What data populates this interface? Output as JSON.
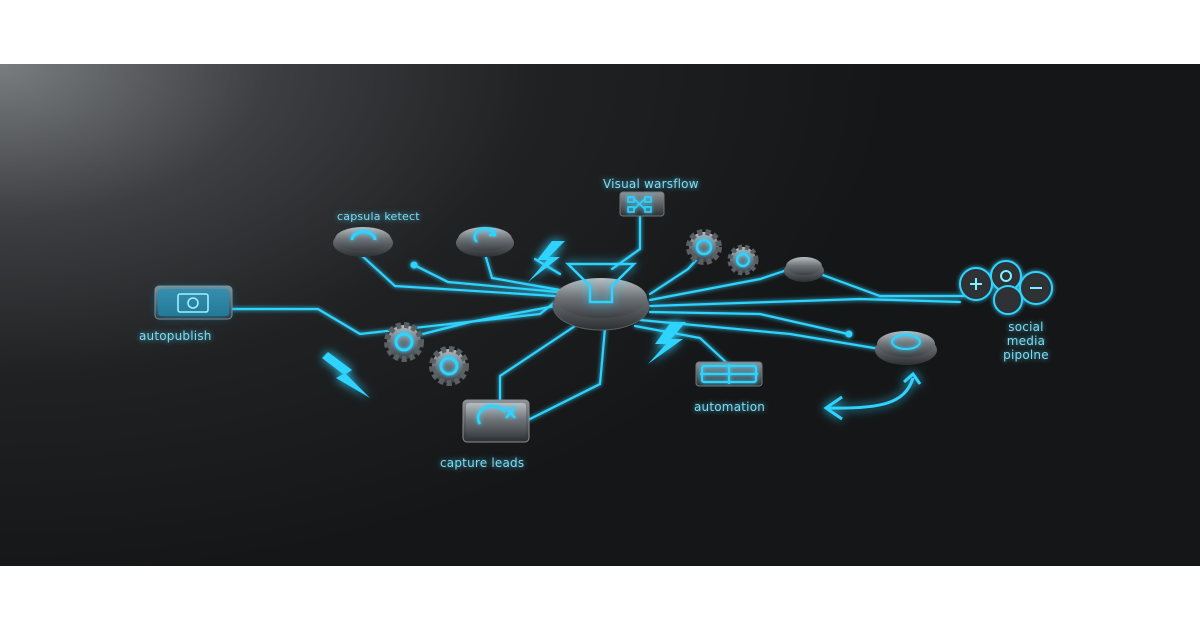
{
  "labels": {
    "visual_workflow": "Visual warsflow",
    "capsule_effect": "capsula ketect",
    "autopublish": "autopublish",
    "capture_leads": "capture leads",
    "automation": "automation",
    "social_media_pipeline": "social media pipolne"
  },
  "colors": {
    "background_dark": "#1c1d1f",
    "neon_accent": "#2fd3ff",
    "node_metal": "#8c9196"
  },
  "icons": [
    "funnel-icon",
    "gear-icon",
    "lightning-icon",
    "refresh-icon",
    "camera-icon",
    "network-icon",
    "social-icons",
    "arrow-icon",
    "button-node"
  ]
}
